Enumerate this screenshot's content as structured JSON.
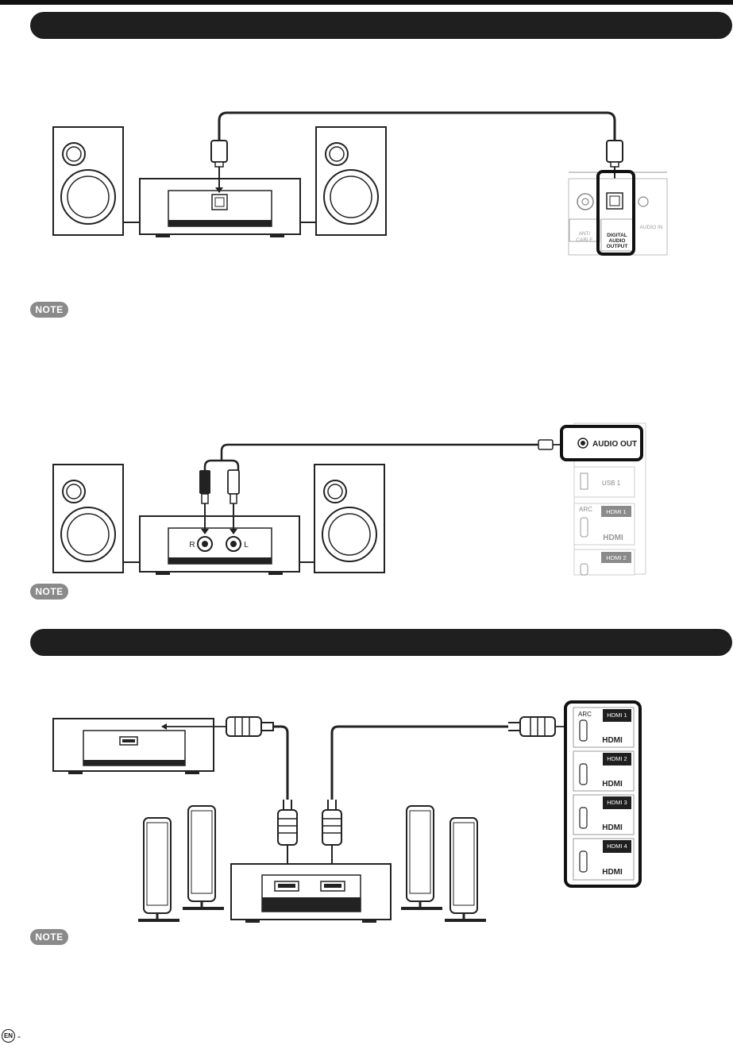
{
  "sections": {
    "one": {
      "title": ""
    },
    "two": {
      "title": ""
    }
  },
  "notes": [
    "NOTE",
    "NOTE",
    "NOTE"
  ],
  "diagram1": {
    "tv_port_label": "DIGITAL\nAUDIO\nOUTPUT",
    "antenna_label": "ANT/\nCABLE",
    "audio_in_label": "AUDIO IN"
  },
  "diagram2": {
    "audio_out_label": "AUDIO OUT",
    "usb_label": "USB 1",
    "arc_label": "ARC",
    "hdmi1_label": "HDMI 1",
    "hdmi2_label": "HDMI 2",
    "hdmi_logo": "HDMI",
    "jack_r": "R",
    "jack_l": "L"
  },
  "diagram3": {
    "arc_label": "ARC",
    "ports": [
      "HDMI 1",
      "HDMI 2",
      "HDMI 3",
      "HDMI 4"
    ],
    "hdmi_logo": "HDMI"
  },
  "footer": {
    "lang_badge": "EN",
    "dash": "-"
  }
}
